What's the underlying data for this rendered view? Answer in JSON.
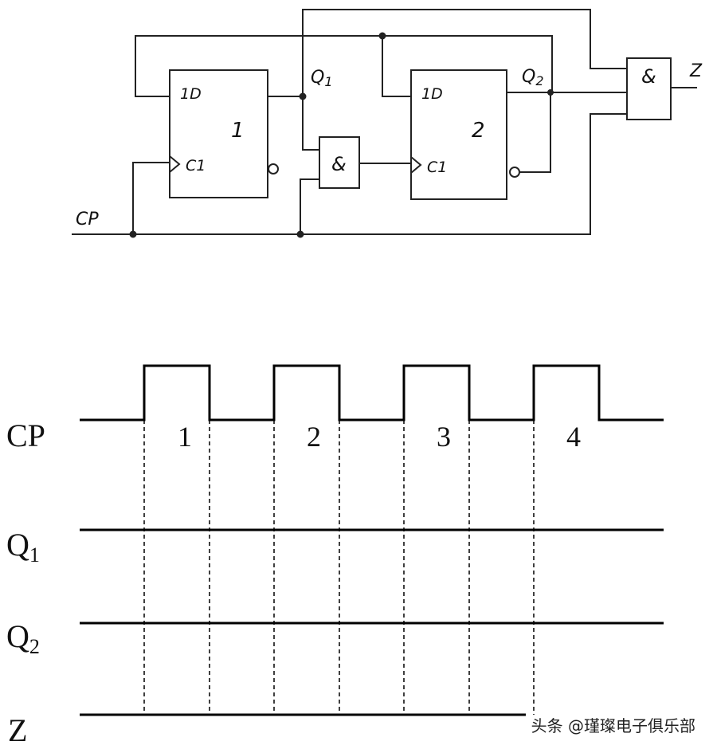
{
  "circuit": {
    "ff1": {
      "d_label": "1D",
      "c_label": "C1",
      "number": "1"
    },
    "ff2": {
      "d_label": "1D",
      "c_label": "C1",
      "number": "2"
    },
    "and_gate_mid": {
      "symbol": "&"
    },
    "and_gate_out": {
      "symbol": "&"
    },
    "labels": {
      "q1": "Q",
      "q1_sub": "1",
      "q2": "Q",
      "q2_sub": "2",
      "z": "Z",
      "cp": "CP"
    }
  },
  "timing": {
    "signals": [
      {
        "label": "CP"
      },
      {
        "label": "Q",
        "sub": "1"
      },
      {
        "label": "Q",
        "sub": "2"
      },
      {
        "label": "Z"
      }
    ],
    "pulse_numbers": [
      "1",
      "2",
      "3",
      "4"
    ]
  },
  "watermark": "头条 @瑾璨电子俱乐部"
}
